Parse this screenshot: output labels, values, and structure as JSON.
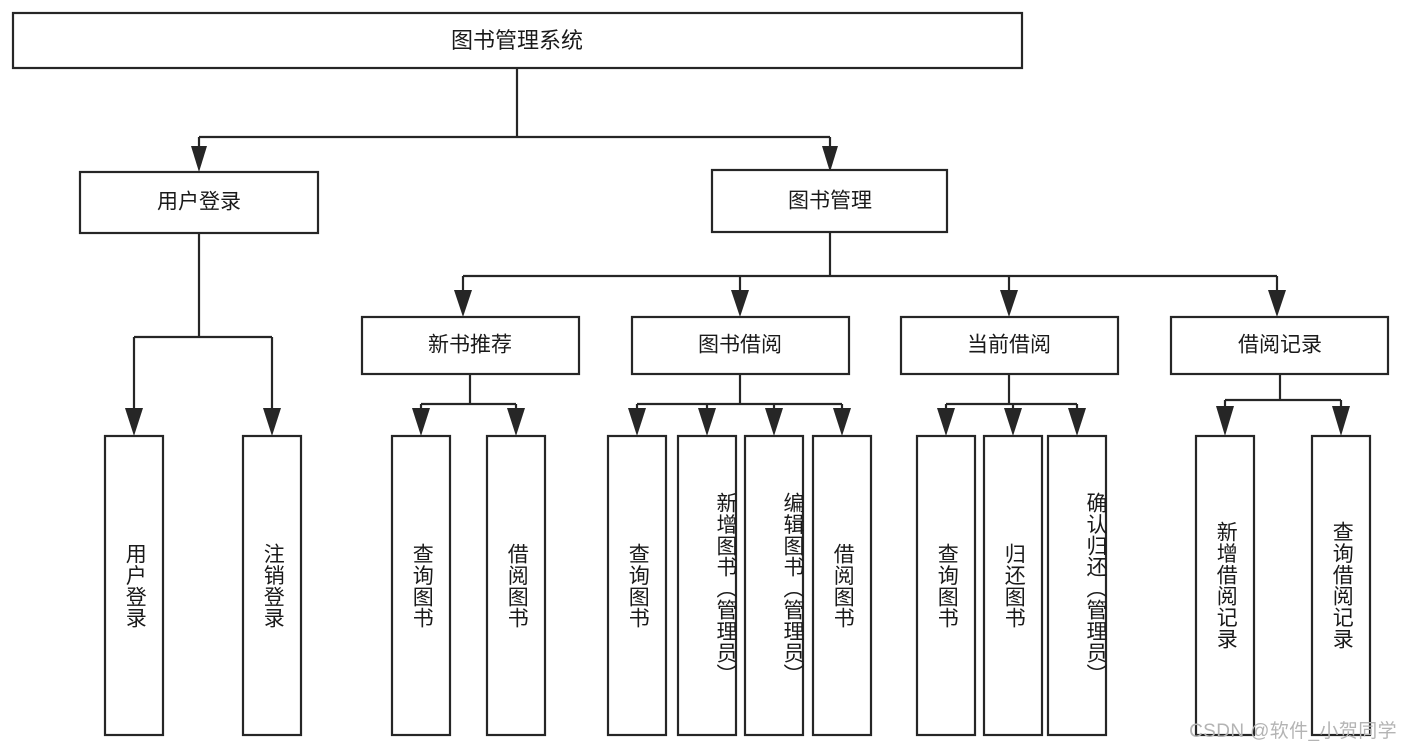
{
  "diagram": {
    "type": "tree-hierarchy-chart",
    "title": "图书管理系统",
    "watermark": "CSDN @软件_小贺同学",
    "colors": {
      "background": "#ffffff",
      "stroke": "#262626",
      "text": "#1a1a1a",
      "watermark": "#b4b4b4"
    },
    "root": {
      "id": "root",
      "label": "图书管理系统",
      "orientation": "horizontal"
    },
    "level2": [
      {
        "id": "user-login",
        "label": "用户登录",
        "orientation": "horizontal"
      },
      {
        "id": "book-manage",
        "label": "图书管理",
        "orientation": "horizontal"
      }
    ],
    "level3": [
      {
        "id": "new-book-rec",
        "label": "新书推荐",
        "parent": "book-manage",
        "orientation": "horizontal"
      },
      {
        "id": "book-borrow",
        "label": "图书借阅",
        "parent": "book-manage",
        "orientation": "horizontal"
      },
      {
        "id": "current-borrow",
        "label": "当前借阅",
        "parent": "book-manage",
        "orientation": "horizontal"
      },
      {
        "id": "borrow-record",
        "label": "借阅记录",
        "parent": "book-manage",
        "orientation": "horizontal"
      }
    ],
    "leaves": [
      {
        "id": "leaf-user-login",
        "label": "用户登录",
        "parent": "user-login",
        "orientation": "vertical",
        "align": "center"
      },
      {
        "id": "leaf-logout",
        "label": "注销登录",
        "parent": "user-login",
        "orientation": "vertical",
        "align": "center"
      },
      {
        "id": "leaf-query-book-1",
        "label": "查询图书",
        "parent": "new-book-rec",
        "orientation": "vertical",
        "align": "center"
      },
      {
        "id": "leaf-borrow-book-1",
        "label": "借阅图书",
        "parent": "new-book-rec",
        "orientation": "vertical",
        "align": "center"
      },
      {
        "id": "leaf-query-book-2",
        "label": "查询图书",
        "parent": "book-borrow",
        "orientation": "vertical",
        "align": "center"
      },
      {
        "id": "leaf-add-book",
        "label": "新增图书（管理员）",
        "parent": "book-borrow",
        "orientation": "vertical",
        "align": "top"
      },
      {
        "id": "leaf-edit-book",
        "label": "编辑图书（管理员）",
        "parent": "book-borrow",
        "orientation": "vertical",
        "align": "top"
      },
      {
        "id": "leaf-borrow-book-2",
        "label": "借阅图书",
        "parent": "book-borrow",
        "orientation": "vertical",
        "align": "center"
      },
      {
        "id": "leaf-query-book-3",
        "label": "查询图书",
        "parent": "current-borrow",
        "orientation": "vertical",
        "align": "center"
      },
      {
        "id": "leaf-return-book",
        "label": "归还图书",
        "parent": "current-borrow",
        "orientation": "vertical",
        "align": "center"
      },
      {
        "id": "leaf-confirm-return",
        "label": "确认归还（管理员）",
        "parent": "current-borrow",
        "orientation": "vertical",
        "align": "top"
      },
      {
        "id": "leaf-add-record",
        "label": "新增借阅记录",
        "parent": "borrow-record",
        "orientation": "vertical",
        "align": "center"
      },
      {
        "id": "leaf-query-record",
        "label": "查询借阅记录",
        "parent": "borrow-record",
        "orientation": "vertical",
        "align": "center"
      }
    ]
  }
}
